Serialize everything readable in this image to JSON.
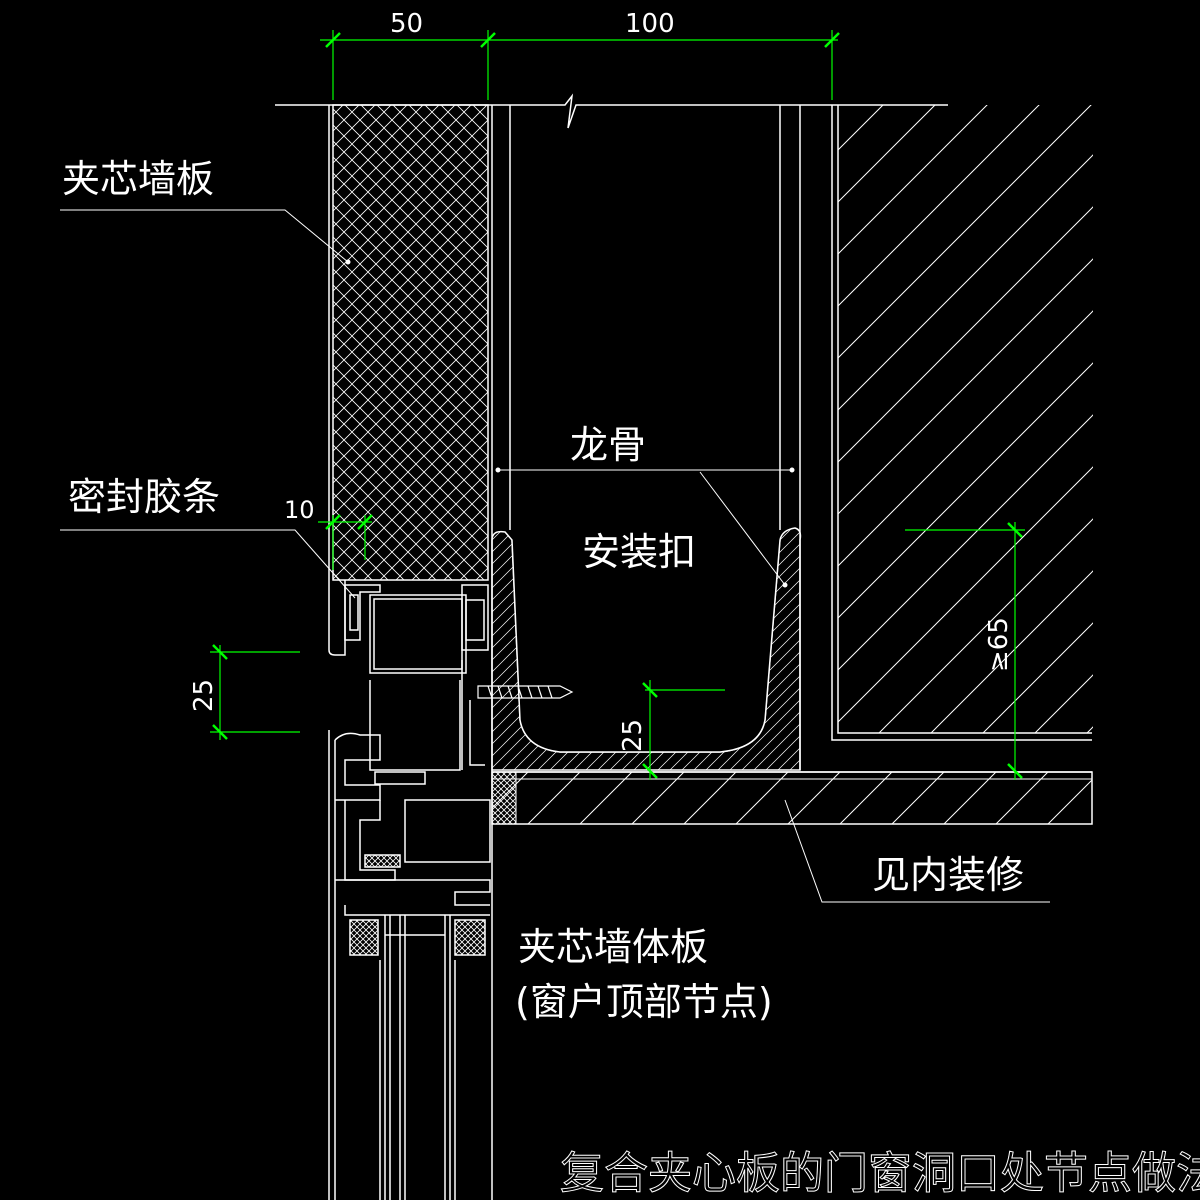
{
  "labels": {
    "sandwich_wall_panel": "夹芯墙板",
    "sealing_strip": "密封胶条",
    "keel": "龙骨",
    "mounting_clip": "安装扣",
    "see_interior": "见内装修",
    "node_title_line1": "夹芯墙体板",
    "node_title_line2": "(窗户顶部节点)",
    "drawing_title": "复合夹心板的门窗洞口处节点做法"
  },
  "dimensions": {
    "panel_thickness": "50",
    "keel_width": "100",
    "seal_offset": "10",
    "frame_overlap": "25",
    "clip_bottom": "25",
    "min_embed": "≥65"
  },
  "colors": {
    "background": "#000000",
    "lines": "#ffffff",
    "dimension_lines": "#00ff00"
  }
}
